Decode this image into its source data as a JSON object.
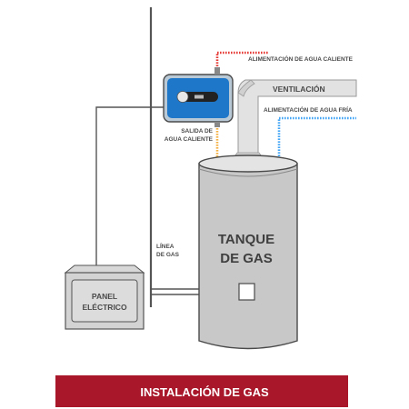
{
  "labels": {
    "hot_water_supply": "ALIMENTACIÓN DE AGUA CALIENTE",
    "ventilation": "VENTILACIÓN",
    "cold_water_supply": "ALIMENTACIÓN DE AGUA FRÍA",
    "hot_water_outlet_line1": "SALIDA DE",
    "hot_water_outlet_line2": "AGUA CALIENTE",
    "gas_line_line1": "LÍNEA",
    "gas_line_line2": "DE GAS",
    "tank_line1": "TANQUE",
    "tank_line2": "DE GAS",
    "panel_line1": "PANEL",
    "panel_line2": "ELÉCTRICO"
  },
  "banner": {
    "title": "INSTALACIÓN DE GAS"
  },
  "colors": {
    "hot_line": "#e53935",
    "cold_line": "#42a5f5",
    "outlet_line": "#f5b041",
    "controller_blue": "#1f77c9",
    "banner_bg": "#a8172a",
    "tank_fill": "#c8c8c8",
    "outline": "#4a4a4a"
  }
}
